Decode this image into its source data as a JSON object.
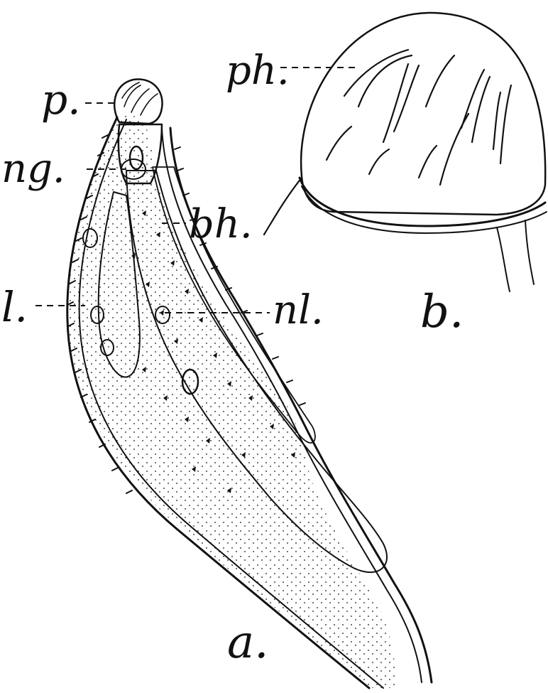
{
  "figure": {
    "panels": {
      "a": "a.",
      "b": "b."
    },
    "labels": {
      "p": "p.",
      "ng": "ng.",
      "bh": "bh.",
      "l": "l.",
      "nl": "nl.",
      "ph": "ph."
    },
    "ink_color": "#111111",
    "paper_color": "#ffffff"
  }
}
